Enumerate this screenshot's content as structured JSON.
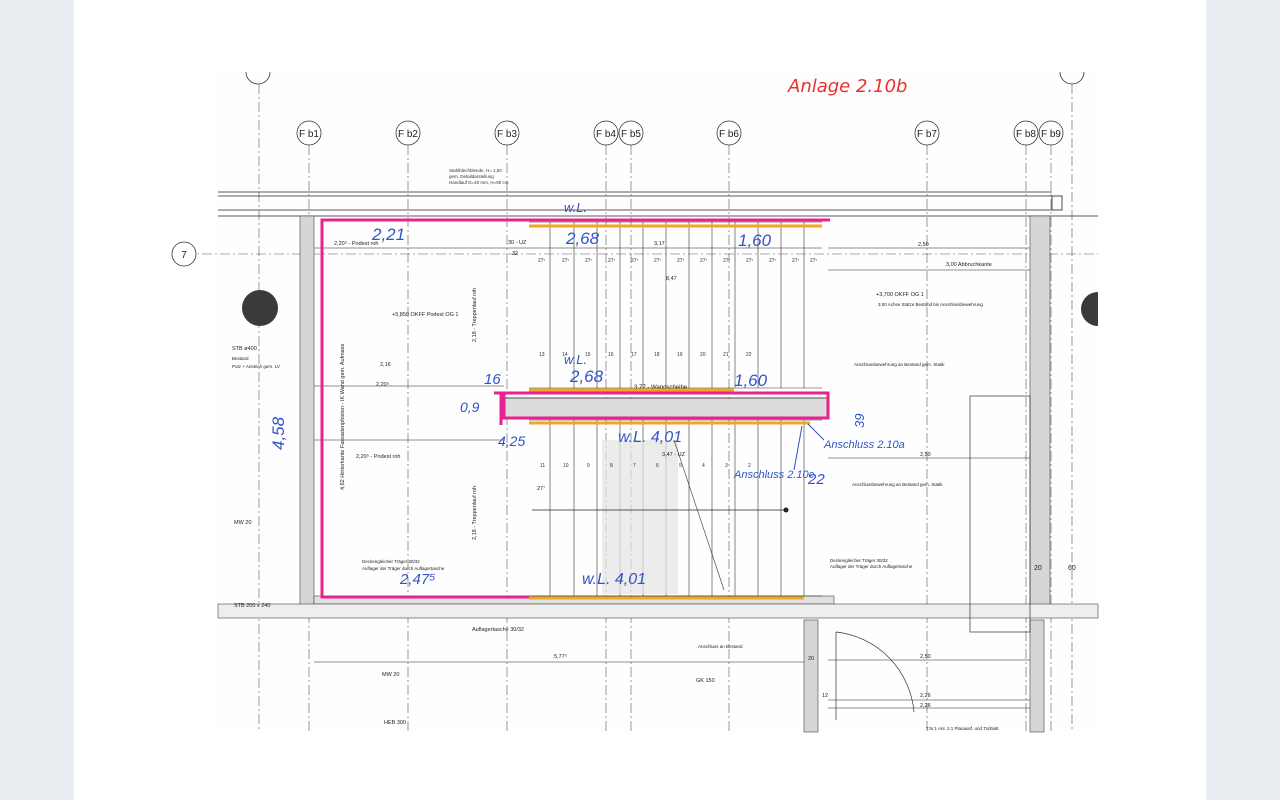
{
  "header": {
    "annotation": "Anlage 2.10b",
    "axis_row": "7"
  },
  "grid_axes": [
    "F b1",
    "F b2",
    "F b3",
    "F b4",
    "F b5",
    "F b6",
    "F b7",
    "F b8",
    "F b9"
  ],
  "plan": {
    "top_note": [
      "Stahlblechblende, H= 1,50",
      "gem. Detaildarstellung",
      "Handlauf D=40 mm, H=90 cm"
    ],
    "ww_top": "w.L.",
    "podest_top": "2,20⁵ - Podest roh",
    "dim_221": "2,21",
    "dim_268_top": "2,68",
    "dim_160_top": "1,60",
    "uz30": "30 - UZ",
    "uz_32": "32",
    "len_317": "3,17",
    "len_847": "8,47",
    "len_250a": "2,50",
    "abbruchkante": "3,00  Abbruchkante",
    "okff_og1": "+3,700 OKFF OG 1",
    "achse": "3,00  Achse Stütze Bestand bis Anschlussbewehrung",
    "podest_og1": "+5,850 OKFF Podest OG 1",
    "treppenlauf_roh": "2,18 - Treppenlauf roh",
    "stb_d400": "STB ø400",
    "bestand": "Bestand",
    "putz": "Putz + Anstrich gem. LV",
    "dim_216": "2,16",
    "dim_220b": "2,20⁵",
    "dim_16": "16",
    "wl_mid": "w.L.",
    "dim_268_mid": "2,68",
    "dim_160_mid": "1,60",
    "wandscheibe": "3,77 - Wandscheibe",
    "dim_458": "4,58",
    "wall_text": "4,62 Hinterkante Fassadenpfosten - IK Wand gem. Aufmass",
    "dim_425": "4,25",
    "dim_09": "0,9",
    "wl_401_top": "w.L. 4,01",
    "dim_347": "3,47 - UZ",
    "dim_277": "27⁷",
    "podest_roh2": "2,20⁵ - Podest roh",
    "anschluss_29a": "Anschluss 2.10a",
    "anschluss_210c": "Anschluss 2.10c",
    "dim_39": "39",
    "dim_22": "22",
    "anschlussbewehrung": "Anschlussbewehrung an Bestand gem. Statik",
    "mw20": "MW 20",
    "stb_200": "STB 200 x 240",
    "deckengleich": "Deckengleicher Träger 30/32",
    "auflager_fr": "Auflager der Träger durch Auflagertasche",
    "dim_2475": "2,47⁵",
    "wl_401_bot": "w.L. 4,01",
    "auflagertasche": "Auflagertasche 30/32",
    "dim_577": "5,77⁵",
    "mw20b": "MW 20",
    "heb300": "HEB 300",
    "gk150": "GK 150",
    "anschluss_bestand": "Anschluss an Bestand",
    "dim_20": "20",
    "dim_60": "60",
    "dim_226a": "2,26",
    "dim_226b": "2,26",
    "dim_12": "12",
    "door_note": "T.br.1 Anl. 2.1 Planausf. und Türblatt",
    "steps_top": [
      "27⁷",
      "27⁷",
      "27⁷",
      "27⁷",
      "27⁷",
      "27⁷",
      "27⁷",
      "27⁷",
      "27⁷",
      "27⁷",
      "27⁷",
      "27⁷",
      "27⁷"
    ],
    "steps_mid": [
      "13",
      "14",
      "15",
      "16",
      "17",
      "18",
      "19",
      "20",
      "21",
      "22"
    ],
    "steps_bot": [
      "11",
      "10",
      "9",
      "8",
      "7",
      "6",
      "5",
      "4",
      "3",
      "2"
    ]
  },
  "colors": {
    "magenta": "#e8238f",
    "orange": "#f2a620",
    "red_annotation": "#e8302e",
    "blue_annotation": "#2f54c9",
    "line": "#1e1e1e"
  }
}
